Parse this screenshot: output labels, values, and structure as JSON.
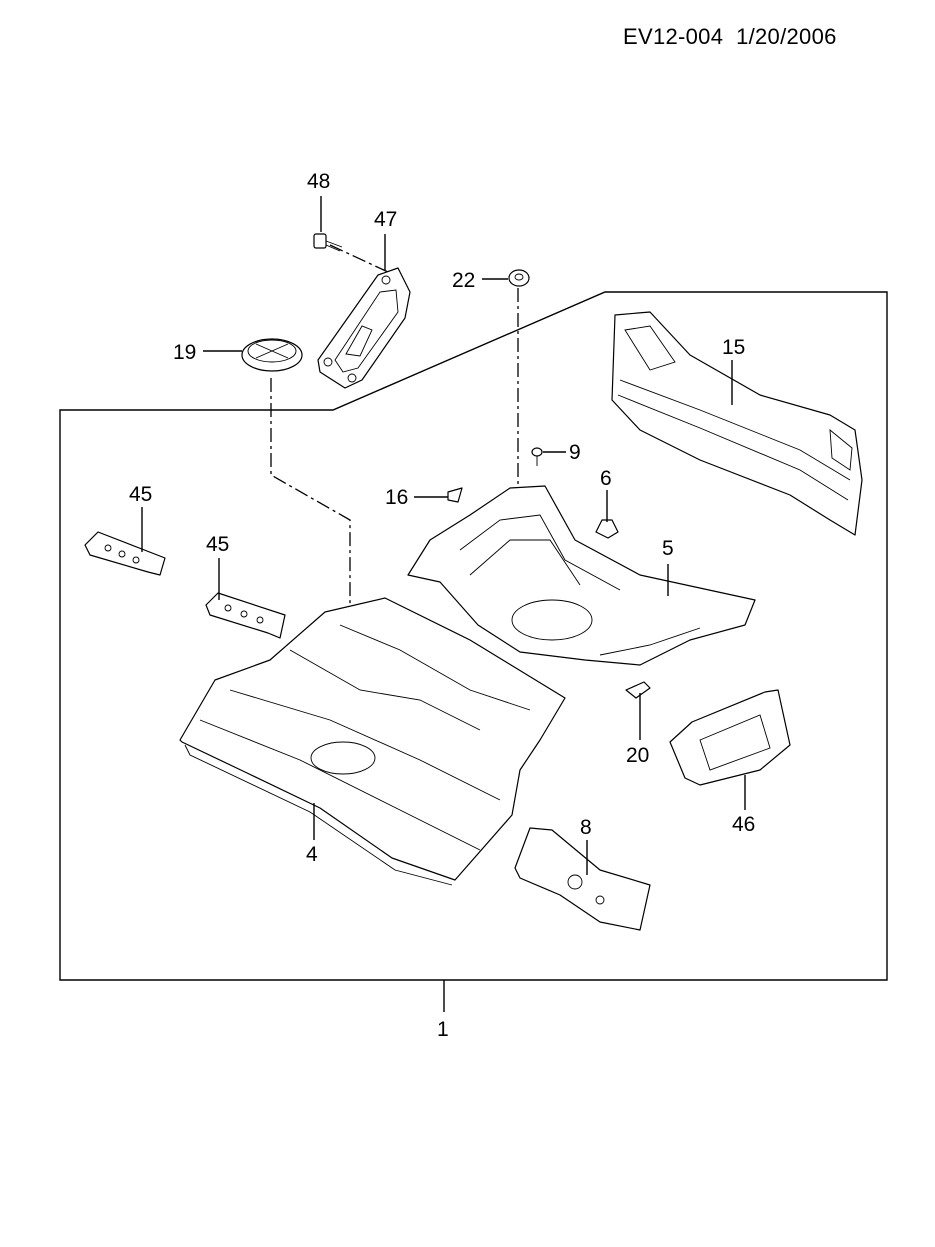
{
  "header": {
    "page_code": "EV12-004  1/20/2006"
  },
  "parts": [
    {
      "id": "p48",
      "label": "48"
    },
    {
      "id": "p47",
      "label": "47"
    },
    {
      "id": "p22",
      "label": "22"
    },
    {
      "id": "p19",
      "label": "19"
    },
    {
      "id": "p15",
      "label": "15"
    },
    {
      "id": "p9",
      "label": "9"
    },
    {
      "id": "p6",
      "label": "6"
    },
    {
      "id": "p16",
      "label": "16"
    },
    {
      "id": "p45a",
      "label": "45"
    },
    {
      "id": "p45b",
      "label": "45"
    },
    {
      "id": "p5",
      "label": "5"
    },
    {
      "id": "p20",
      "label": "20"
    },
    {
      "id": "p46",
      "label": "46"
    },
    {
      "id": "p8",
      "label": "8"
    },
    {
      "id": "p4",
      "label": "4"
    },
    {
      "id": "p1",
      "label": "1"
    }
  ]
}
